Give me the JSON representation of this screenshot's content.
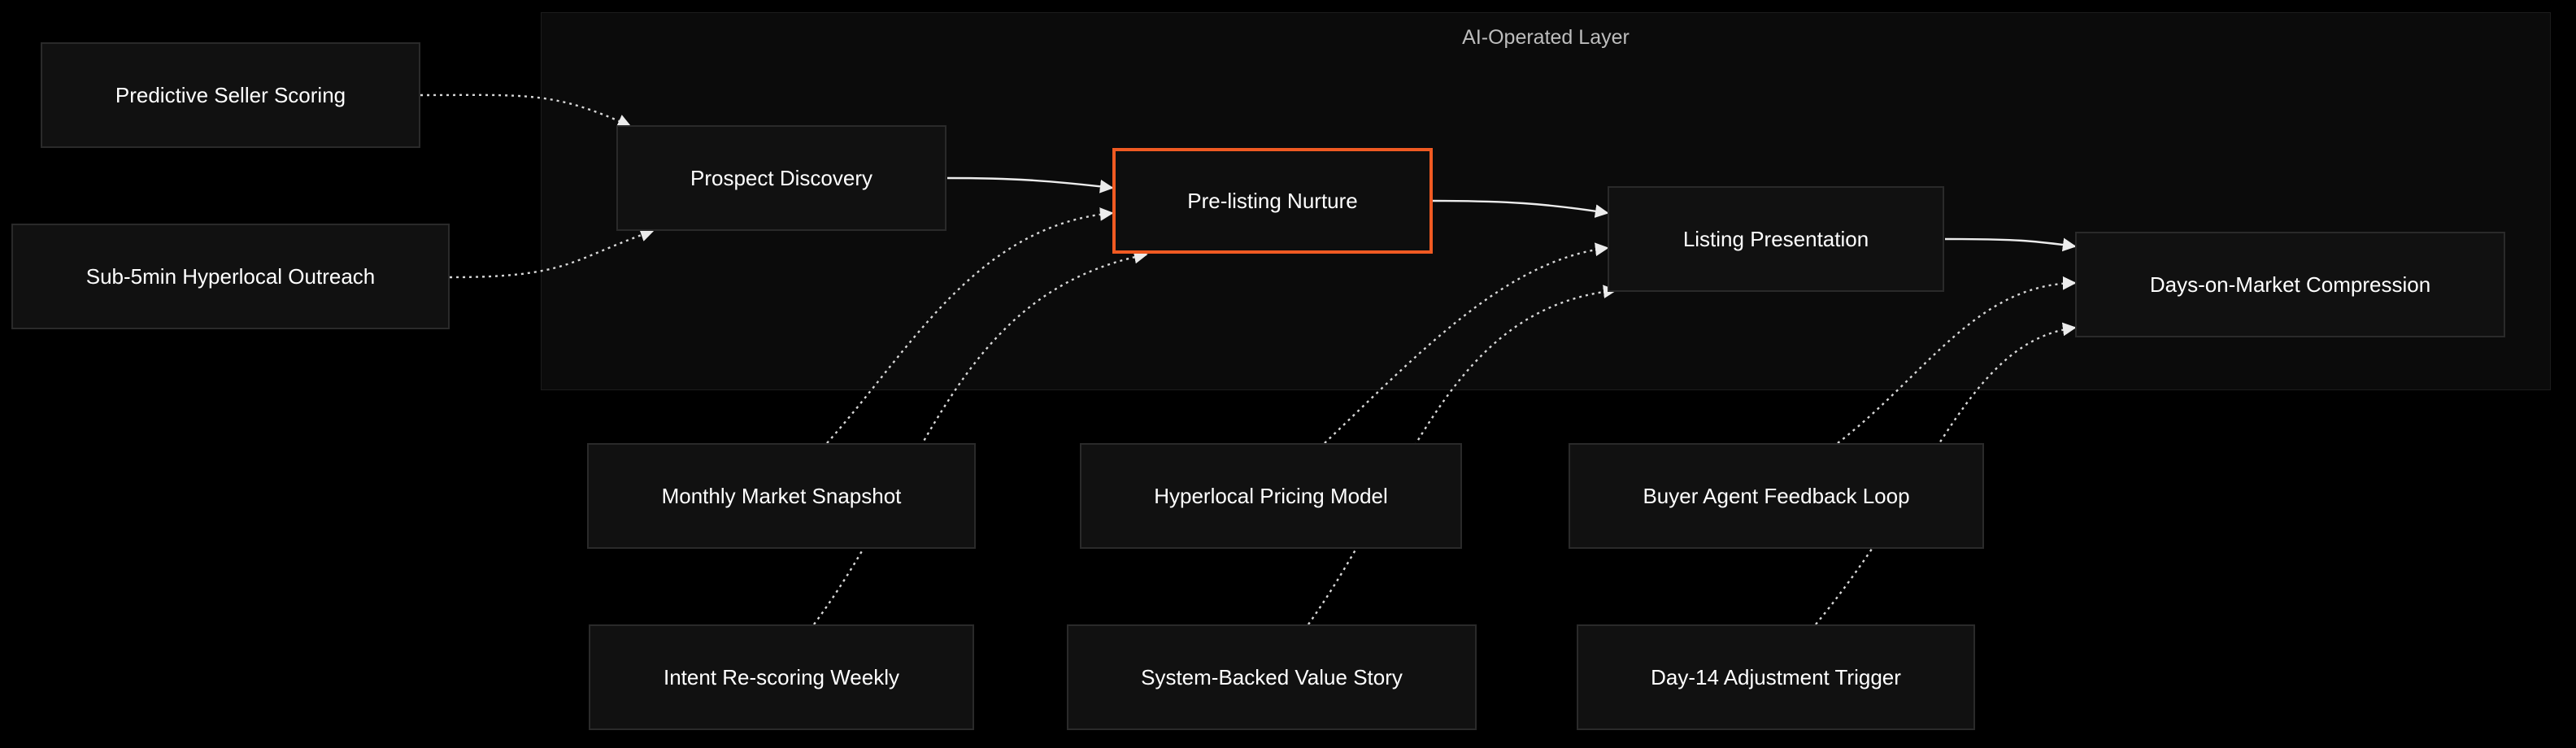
{
  "cluster": {
    "label": "AI-Operated Layer"
  },
  "nodes": {
    "predictive_seller_scoring": "Predictive Seller Scoring",
    "sub5min_outreach": "Sub-5min Hyperlocal Outreach",
    "prospect_discovery": "Prospect Discovery",
    "prelisting_nurture": "Pre-listing Nurture",
    "listing_presentation": "Listing Presentation",
    "dom_compression": "Days-on-Market Compression",
    "monthly_market_snapshot": "Monthly Market Snapshot",
    "intent_rescoring_weekly": "Intent Re-scoring Weekly",
    "hyperlocal_pricing_model": "Hyperlocal Pricing Model",
    "system_backed_value_story": "System-Backed Value Story",
    "buyer_agent_feedback_loop": "Buyer Agent Feedback Loop",
    "day14_adjustment_trigger": "Day-14 Adjustment Trigger"
  },
  "colors": {
    "background": "#000000",
    "cluster_fill": "#0b0b0b",
    "node_fill": "#111111",
    "node_border": "#2a2a2a",
    "highlight_border": "#f05a22",
    "edge": "#ececec",
    "text": "#ffffff"
  },
  "edges": [
    {
      "from": "prospect_discovery",
      "to": "prelisting_nurture",
      "style": "solid"
    },
    {
      "from": "prelisting_nurture",
      "to": "listing_presentation",
      "style": "solid"
    },
    {
      "from": "listing_presentation",
      "to": "dom_compression",
      "style": "solid"
    },
    {
      "from": "predictive_seller_scoring",
      "to": "prospect_discovery",
      "style": "dotted"
    },
    {
      "from": "sub5min_outreach",
      "to": "prospect_discovery",
      "style": "dotted"
    },
    {
      "from": "monthly_market_snapshot",
      "to": "prelisting_nurture",
      "style": "dotted"
    },
    {
      "from": "intent_rescoring_weekly",
      "to": "prelisting_nurture",
      "style": "dotted"
    },
    {
      "from": "hyperlocal_pricing_model",
      "to": "listing_presentation",
      "style": "dotted"
    },
    {
      "from": "system_backed_value_story",
      "to": "listing_presentation",
      "style": "dotted"
    },
    {
      "from": "buyer_agent_feedback_loop",
      "to": "dom_compression",
      "style": "dotted"
    },
    {
      "from": "day14_adjustment_trigger",
      "to": "dom_compression",
      "style": "dotted"
    }
  ]
}
